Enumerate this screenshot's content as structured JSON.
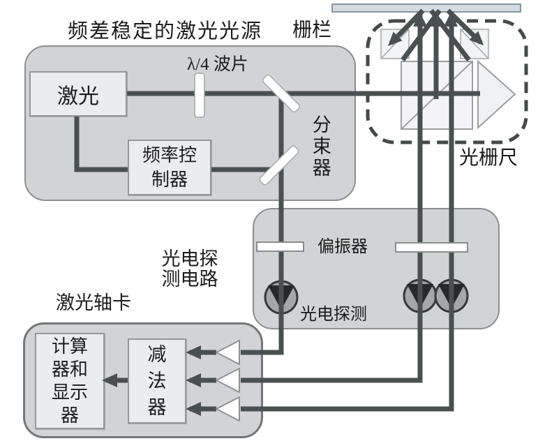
{
  "labels": {
    "laser_source_title": "频差稳定的激光光源",
    "grating": "栅栏",
    "waveplate": "λ/4 波片",
    "beam_splitter": "分束器",
    "grating_scale": "光栅尺",
    "polarizer": "偏振器",
    "photodetection": "光电探测",
    "detection_circuit": [
      "光电探",
      "测电路"
    ],
    "laser_axis_card": "激光轴卡"
  },
  "blocks": {
    "laser": "激光",
    "frequency_controller": [
      "频率控",
      "制器"
    ],
    "computer_display": [
      "计算",
      "器和",
      "显示",
      "器"
    ],
    "subtractor": [
      "减",
      "法",
      "器"
    ]
  },
  "icons": {
    "grating_bar": "horizontal-ruler-bar",
    "read_head_outline": "dashed-rounded-rect",
    "fold_prism": "small-square-with-diagonal",
    "beamsplitter_cube": "square-with-diagonal",
    "retroreflector_prism": "right-pointing-triangle",
    "mirror": "diagonal-white-bar",
    "quarter_waveplate": "vertical-white-bar",
    "polarizer_bar": "horizontal-white-bar",
    "photodetector": "circle-with-down-triangle",
    "amplifier": "left-pointing-triangle",
    "beam_arrow": "thick-gray-arrow"
  },
  "colors": {
    "panel_fill": "#d2d3d5",
    "inner_box_fill": "#ebecee",
    "beam": "#4a504f",
    "grating_fill": "#d3dae3",
    "detector_fill": "#a3a7a8",
    "detector_triangle": "#26292a",
    "dashed_outline": "#45494a",
    "border_gray": "#8b8d8f",
    "text": "#1b1b1b"
  }
}
